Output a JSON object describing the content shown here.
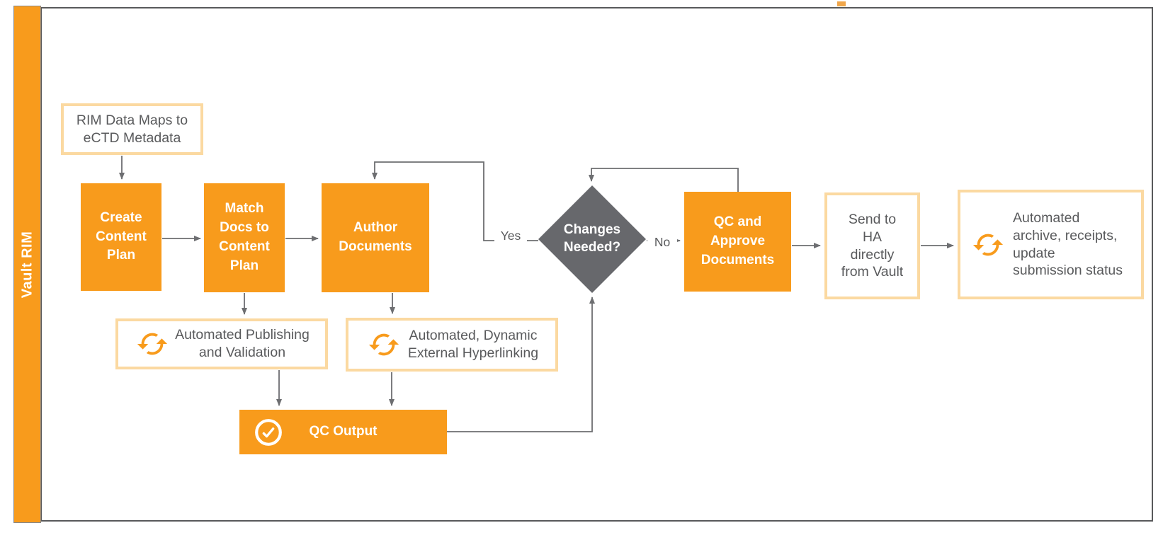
{
  "lane": {
    "label": "Vault RIM"
  },
  "nodes": {
    "rim_data_maps": {
      "label": "RIM Data Maps to\neCTD Metadata"
    },
    "create_content_plan": {
      "label": "Create\nContent\nPlan"
    },
    "match_docs": {
      "label": "Match\nDocs to\nContent\nPlan"
    },
    "author_documents": {
      "label": "Author\nDocuments"
    },
    "automated_publishing": {
      "label": "Automated Publishing\nand Validation",
      "icon": "sync-icon"
    },
    "external_hyperlinking": {
      "label": "Automated, Dynamic\nExternal Hyperlinking",
      "icon": "sync-icon"
    },
    "qc_output": {
      "label": "QC Output",
      "icon": "check-circle-icon"
    },
    "changes_needed": {
      "label": "Changes\nNeeded?"
    },
    "qc_approve": {
      "label": "QC and\nApprove\nDocuments"
    },
    "send_to_ha": {
      "label": "Send to\nHA\ndirectly\nfrom Vault"
    },
    "automated_archive": {
      "label": "Automated\narchive, receipts,\nupdate\nsubmission status",
      "icon": "sync-icon"
    }
  },
  "edge_labels": {
    "yes": "Yes",
    "no": "No"
  },
  "colors": {
    "orange": "#F89B1C",
    "peach_border": "#FBD9A1",
    "gray_text": "#595A5C",
    "diamond_gray": "#67686C",
    "line_gray": "#6D6E71",
    "frame_gray": "#58595B"
  }
}
